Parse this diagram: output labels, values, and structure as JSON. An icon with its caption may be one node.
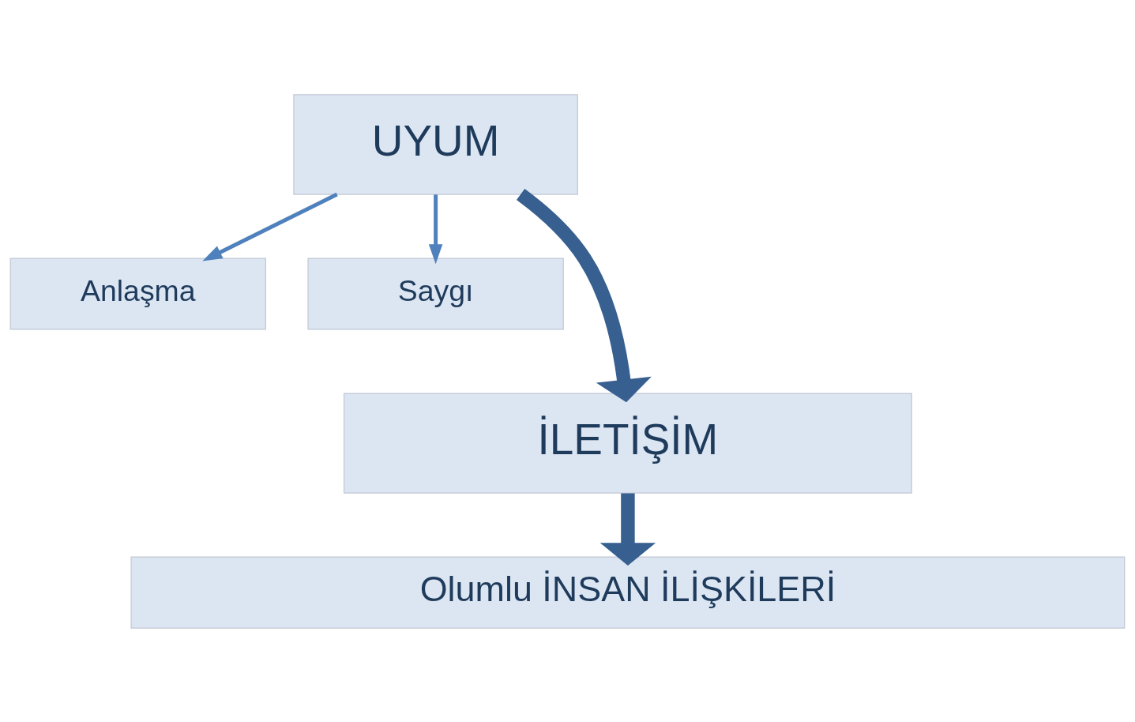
{
  "diagram": {
    "nodes": [
      {
        "text": [
          "UYUM"
        ]
      },
      {
        "text": [
          "Anlaşma"
        ]
      },
      {
        "text": [
          "Saygı"
        ]
      },
      {
        "text": [
          "İLETİŞİM"
        ]
      },
      {
        "text": [
          "Olumlu İNSAN İLİŞKİLERİ"
        ]
      }
    ],
    "edges": [
      {
        "from": 0,
        "to": 1,
        "arrow": "to"
      },
      {
        "from": 0,
        "to": 3,
        "arrow": "to",
        "style": "thick",
        "color": "#375f8f"
      },
      {
        "from": 0,
        "to": 2,
        "arrow": "to"
      },
      {
        "from": 3,
        "to": 4,
        "arrow": "to",
        "style": "thick",
        "color": "#375f8f"
      }
    ]
  }
}
